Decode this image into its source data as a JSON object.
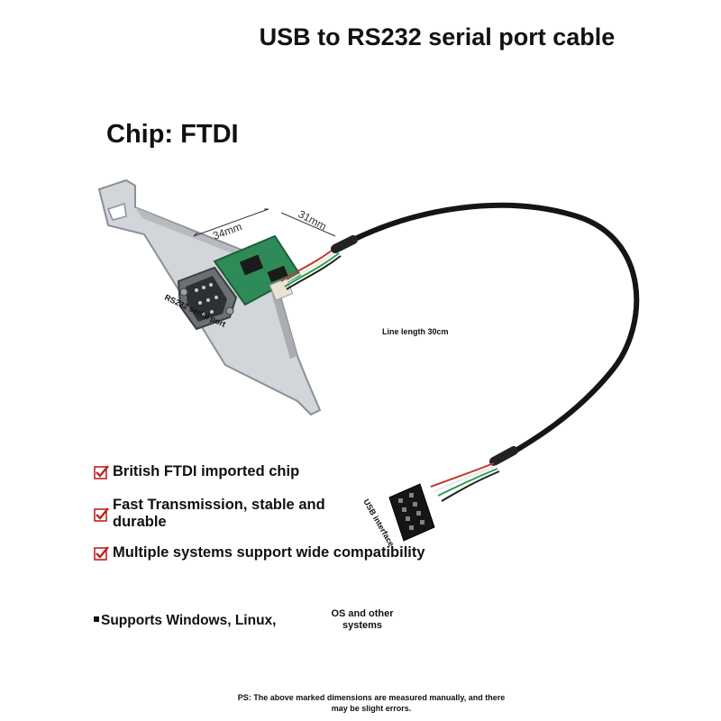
{
  "title": "USB to RS232 serial port cable",
  "chip_label": "Chip: FTDI",
  "diagram": {
    "dim_width": "34mm",
    "dim_height": "31mm",
    "port_label": "RS232 serial port",
    "line_length": "Line length 30cm",
    "usb_label": "USB interface"
  },
  "features": [
    {
      "icon": "checkbox-checked-icon",
      "text": "British FTDI imported chip"
    },
    {
      "icon": "checkbox-checked-icon",
      "text": "Fast Transmission, stable and durable"
    },
    {
      "icon": "checkbox-checked-icon",
      "text": "Multiple systems support wide compatibility"
    }
  ],
  "os_support": {
    "icon": "bullet-square-icon",
    "text": "Supports Windows, Linux,",
    "extra": "OS and other systems"
  },
  "footnote": "PS: The above marked dimensions are measured manually, and there may be slight errors.",
  "colors": {
    "checkbox": "#c41f1f",
    "pcb": "#2e8b57",
    "cable": "#111111",
    "bracket": "#cfd2d6"
  }
}
